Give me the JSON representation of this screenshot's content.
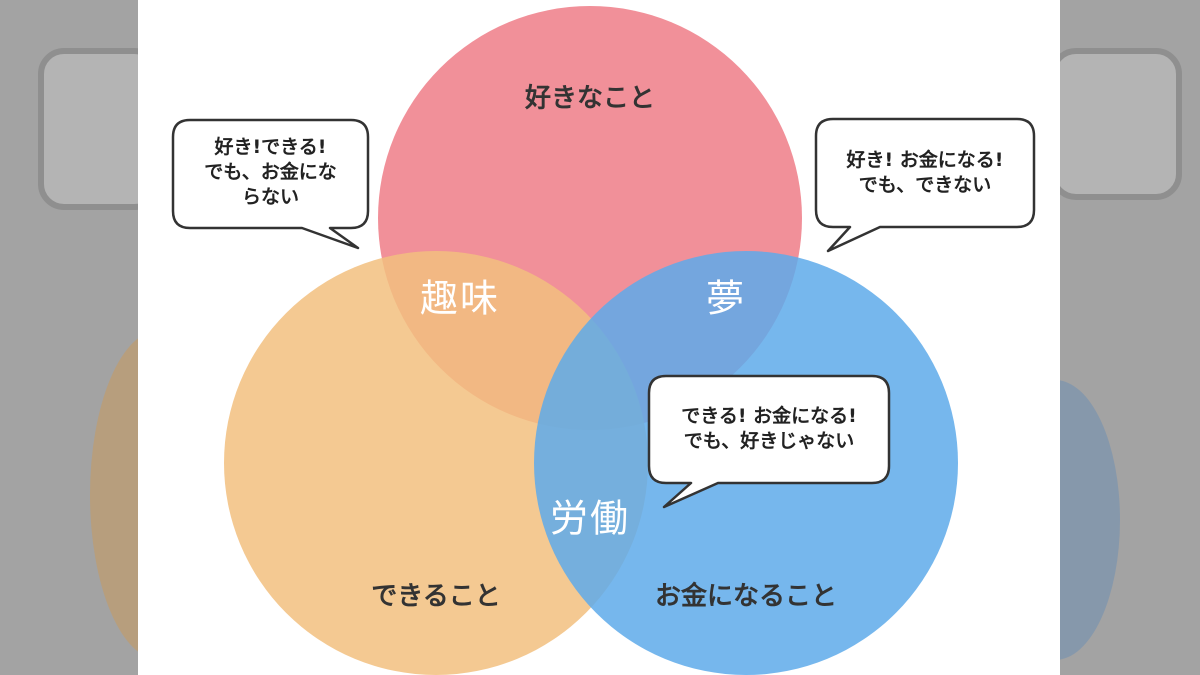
{
  "colors": {
    "like_circle": "#ee7d87",
    "can_circle": "#f2bf7f",
    "money_circle": "#5eaaea",
    "bubble_fill": "#ffffff",
    "bubble_stroke": "#333333"
  },
  "sets": {
    "like": "好きなこと",
    "can": "できること",
    "money": "お金になること"
  },
  "regions": {
    "like_can": "趣味",
    "like_money": "夢",
    "can_money": "労働"
  },
  "bubbles": {
    "hobby": [
      "好き!できる!",
      "でも、お金にな",
      "らない"
    ],
    "dream": [
      "好き! お金になる!",
      "でも、できない"
    ],
    "work": [
      "できる! お金になる!",
      "でも、好きじゃない"
    ]
  }
}
